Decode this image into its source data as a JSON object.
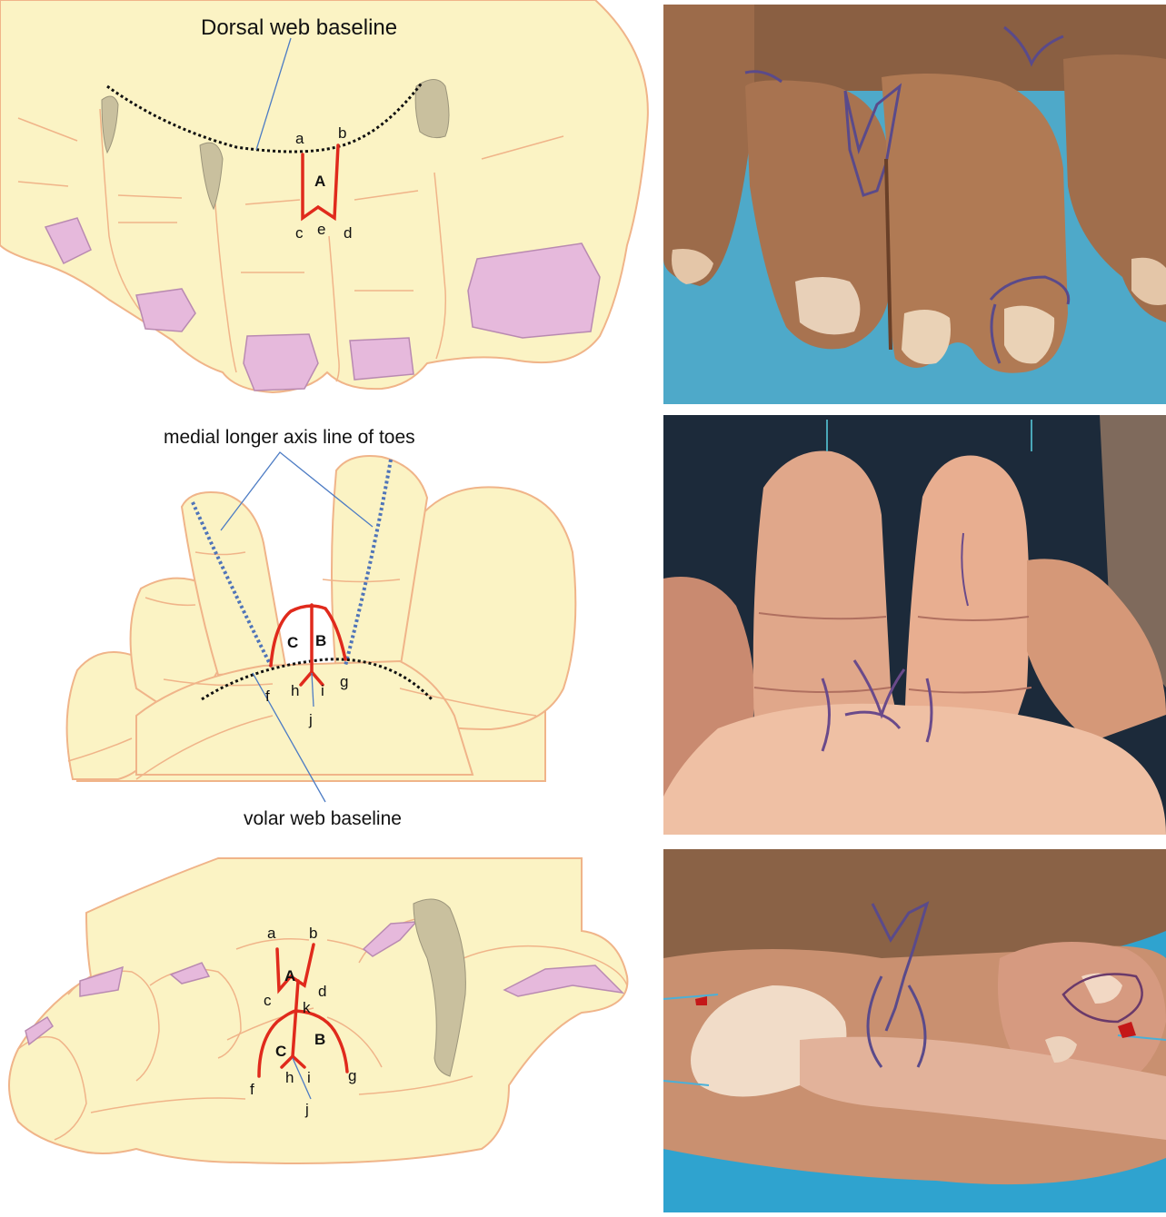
{
  "colors": {
    "skin": "#fbf3c4",
    "skin_outline": "#f0b489",
    "nail": "#e6b9dc",
    "web_shadow": "#c9c09e",
    "incision": "#e02a1c",
    "leader_line": "#4d7cc4",
    "axis_line": "#4f74b8"
  },
  "panel1": {
    "annotation": "Dorsal web baseline",
    "points": {
      "a": "a",
      "b": "b",
      "c": "c",
      "d": "d",
      "e": "e"
    },
    "flap_A": "A"
  },
  "panel2": {
    "annotation_top": "medial longer axis line of toes",
    "annotation_bottom": "volar web baseline",
    "points": {
      "f": "f",
      "g": "g",
      "h": "h",
      "i": "i",
      "j": "j"
    },
    "flap_B": "B",
    "flap_C": "C"
  },
  "panel3": {
    "points": {
      "a": "a",
      "b": "b",
      "c": "c",
      "d": "d",
      "k": "k",
      "f": "f",
      "g": "g",
      "h": "h",
      "i": "i",
      "j": "j"
    },
    "flap_A": "A",
    "flap_B": "B",
    "flap_C": "C"
  },
  "photos": {
    "photo1": {
      "subject": "dorsal-view-syndactyly-marking"
    },
    "photo2": {
      "subject": "volar-view-separated-toes"
    },
    "photo3": {
      "subject": "oblique-view-flaps-marked"
    }
  }
}
